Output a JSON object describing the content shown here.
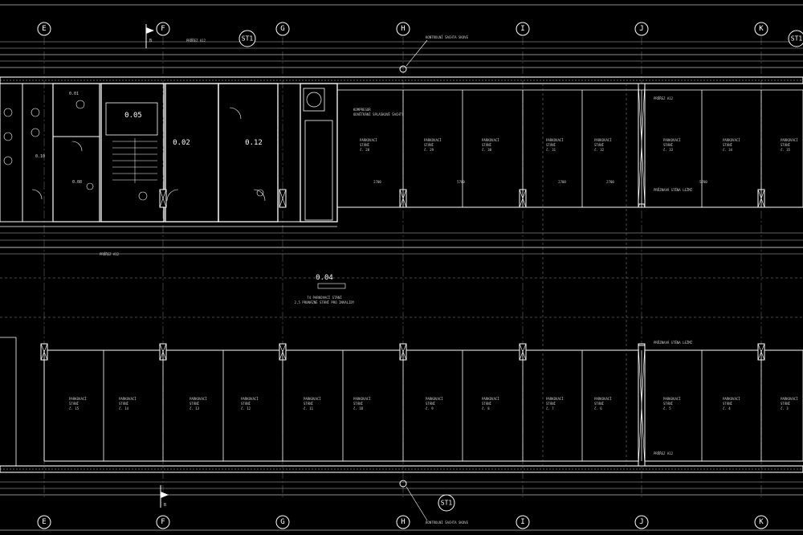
{
  "drawing": {
    "title": "",
    "colors": {
      "background": "#000000",
      "lines": "#ffffff",
      "dim_lines": "#9a9a9a"
    }
  },
  "grid_axes": {
    "top": [
      {
        "label": "E"
      },
      {
        "label": "F"
      },
      {
        "label": "G"
      },
      {
        "label": "H"
      },
      {
        "label": "I"
      },
      {
        "label": "J"
      },
      {
        "label": "K"
      }
    ],
    "bottom": [
      {
        "label": "E"
      },
      {
        "label": "F"
      },
      {
        "label": "G"
      },
      {
        "label": "H"
      },
      {
        "label": "I"
      },
      {
        "label": "J"
      },
      {
        "label": "K"
      }
    ]
  },
  "section_markers": {
    "top_st1": "ST1",
    "top_st1_right": "ST1",
    "bottom_st1": "ST1",
    "top_b": "B",
    "bottom_b": "B"
  },
  "annotations": {
    "kontrolni_top": "KONTROLNÍ ŠACHTA SKOVE",
    "kontrolni_bottom": "KONTROLNÍ ŠACHTA SKOVE",
    "kompresor": "KOMPRESOR",
    "vzduch": "ODVĚTRÁNÍ SPLAŠKOVÉ ŠACHTY",
    "prurez_top": "PRŮŘEZ A12",
    "prurez_left": "PRŮŘEZ A12",
    "prurez_right_top": "PRŮŘEZ A12",
    "prurez_right_bottom": "PRŮŘEZ A12",
    "pruzna_top": "PRŮZNAVÁ STĚNA LEŽMÍ",
    "pruzna_bottom": "PRŮZNAVÁ STĚNA LEŽMÍ",
    "center_sub1": "T4 PARKOVACÍ STÁNÍ",
    "center_sub2": "2,5 PRUNÁZNÉ STÁNÍ PRO INVALIDY"
  },
  "rooms": {
    "r005": "0.05",
    "r002": "0.02",
    "r012": "0.12",
    "r004": "0.04",
    "r001": "0.01",
    "r008": "0.08",
    "r010": "0.10"
  },
  "parking_top": [
    {
      "line1": "PARKOVACÍ",
      "line2": "STÁNÍ",
      "id": "č. 28"
    },
    {
      "line1": "PARKOVACÍ",
      "line2": "STÁNÍ",
      "id": "č. 29"
    },
    {
      "line1": "PARKOVACÍ",
      "line2": "STÁNÍ",
      "id": "č. 30"
    },
    {
      "line1": "PARKOVACÍ",
      "line2": "STÁNÍ",
      "id": "č. 31"
    },
    {
      "line1": "PARKOVACÍ",
      "line2": "STÁNÍ",
      "id": "č. 32"
    },
    {
      "line1": "PARKOVACÍ",
      "line2": "STÁNÍ",
      "id": "č. 33"
    },
    {
      "line1": "PARKOVACÍ",
      "line2": "STÁNÍ",
      "id": "č. 34"
    },
    {
      "line1": "PARKOVACÍ",
      "line2": "STÁNÍ",
      "id": "č. 35"
    }
  ],
  "parking_bottom": [
    {
      "line1": "PARKOVACÍ",
      "line2": "STÁNÍ",
      "id": "č. 15"
    },
    {
      "line1": "PARKOVACÍ",
      "line2": "STÁNÍ",
      "id": "č. 14"
    },
    {
      "line1": "PARKOVACÍ",
      "line2": "STÁNÍ",
      "id": "č. 13"
    },
    {
      "line1": "PARKOVACÍ",
      "line2": "STÁNÍ",
      "id": "č. 12"
    },
    {
      "line1": "PARKOVACÍ",
      "line2": "STÁNÍ",
      "id": "č. 11"
    },
    {
      "line1": "PARKOVACÍ",
      "line2": "STÁNÍ",
      "id": "č. 10"
    },
    {
      "line1": "PARKOVACÍ",
      "line2": "STÁNÍ",
      "id": "č. 9"
    },
    {
      "line1": "PARKOVACÍ",
      "line2": "STÁNÍ",
      "id": "č. 8"
    },
    {
      "line1": "PARKOVACÍ",
      "line2": "STÁNÍ",
      "id": "č. 7"
    },
    {
      "line1": "PARKOVACÍ",
      "line2": "STÁNÍ",
      "id": "č. 6"
    },
    {
      "line1": "PARKOVACÍ",
      "line2": "STÁNÍ",
      "id": "č. 5"
    },
    {
      "line1": "PARKOVACÍ",
      "line2": "STÁNÍ",
      "id": "č. 4"
    },
    {
      "line1": "PARKOVACÍ",
      "line2": "STÁNÍ",
      "id": "č. 3"
    }
  ],
  "dimensions": {
    "d1": "2700",
    "d2": "5700",
    "d3": "2700",
    "d4": "5700",
    "d5": "2700"
  }
}
